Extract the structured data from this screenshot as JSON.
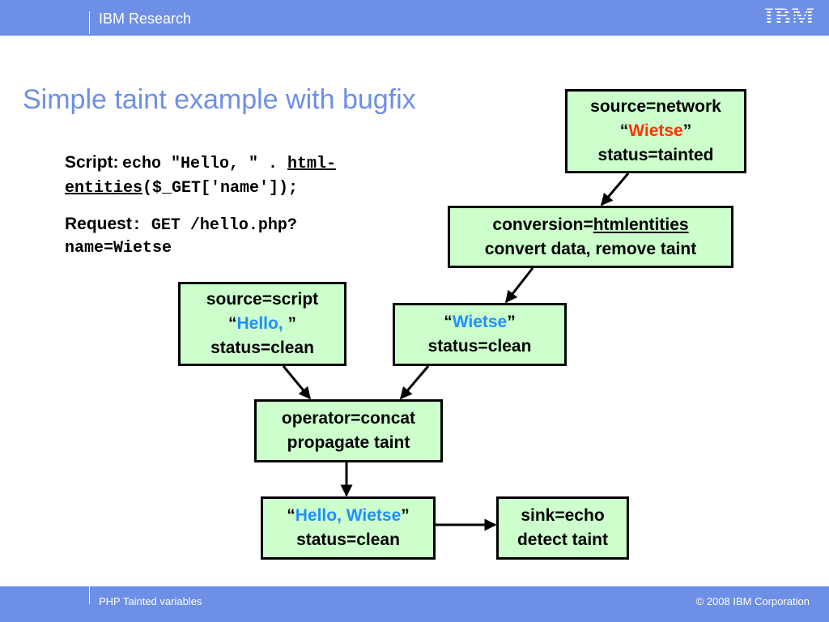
{
  "header": {
    "brand": "IBM Research",
    "logo": "IBM"
  },
  "title": "Simple taint example with bugfix",
  "script": {
    "label": "Script:",
    "code_line1": "echo \"Hello, \" . ",
    "code_fn1": "html-",
    "code_fn2": "entities",
    "code_line2": "($_GET['name']);"
  },
  "request": {
    "label": "Request",
    "line1": ": GET /hello.php?",
    "line2": "name=Wietse"
  },
  "nodes": {
    "source_network": {
      "line1": "source=network",
      "q_open": "“",
      "value": "Wietse",
      "q_close": "”",
      "line3": "status=tainted"
    },
    "conversion": {
      "prefix": "conversion=",
      "fn": "htmlentities",
      "line2": "convert data, remove taint"
    },
    "source_script": {
      "line1": "source=script",
      "q_open": "“",
      "value": "Hello, ",
      "q_close": "”",
      "line3": "status=clean"
    },
    "wietse_clean": {
      "q_open": "“",
      "value": "Wietse",
      "q_close": "”",
      "line2": "status=clean"
    },
    "operator": {
      "line1": "operator=concat",
      "line2": "propagate taint"
    },
    "result": {
      "q_open": "“",
      "value": "Hello, Wietse",
      "q_close": "”",
      "line2": "status=clean"
    },
    "sink": {
      "line1": "sink=echo",
      "line2": "detect taint"
    }
  },
  "footer": {
    "left": "PHP Tainted variables",
    "right": "© 2008 IBM Corporation"
  },
  "colors": {
    "bar": "#6e8fe6",
    "box_fill": "#ccffcc",
    "tainted_text": "#ff3300",
    "clean_text": "#1e90ff"
  }
}
